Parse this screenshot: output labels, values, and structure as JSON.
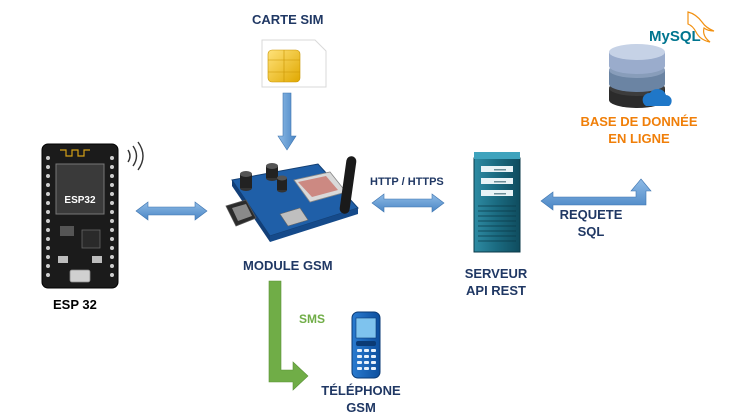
{
  "labels": {
    "sim_card": "CARTE SIM",
    "esp_module": "ESP 32",
    "esp_chip": "ESP32",
    "gsm_module": "MODULE GSM",
    "protocol": "HTTP / HTTPS",
    "server_line1": "SERVEUR",
    "server_line2": "API REST",
    "database_line1": "BASE DE DONNÉE",
    "database_line2": "EN LIGNE",
    "query_line1": "REQUETE",
    "query_line2": "SQL",
    "sms": "SMS",
    "phone_line1": "TÉLÉPHONE",
    "phone_line2": "GSM",
    "mysql_logo": "MySQL"
  },
  "colors": {
    "blue_arrow": "#5b9bd5",
    "green_arrow": "#70ad47",
    "label_dark": "#203864",
    "label_orange": "#f07f09",
    "db_blue": "#1f77c8"
  }
}
